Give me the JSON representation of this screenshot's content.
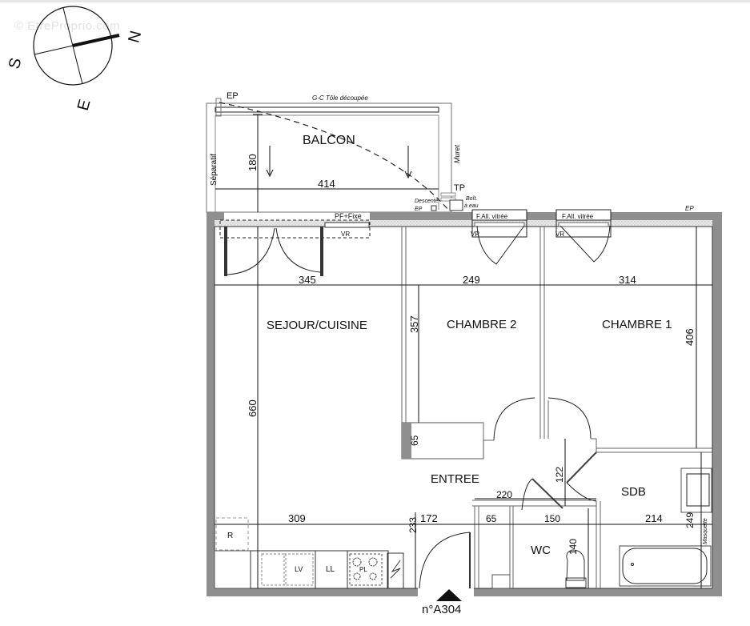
{
  "watermark": "© EtreProprio.com",
  "compass": {
    "north": "N",
    "south": "S",
    "east": "E"
  },
  "apartment": {
    "unit_label": "n°A304"
  },
  "balcony": {
    "label": "BALCON",
    "top_label": "G-C Tôle découpée",
    "left_label": "Séparatif",
    "right_label": "Muret",
    "ep_left": "EP",
    "tp": "TP",
    "descente": "Descente",
    "descente_ep": "EP",
    "boite_line1": "Boît.",
    "boite_line2": "à eau",
    "dim_depth": "180",
    "dim_width": "414"
  },
  "openings": {
    "pf_fixe": "PF+Fixe",
    "vr_living": "VR",
    "fall_ch2": "F.All. vitrée",
    "vr_ch2": "VR",
    "fall_ch1": "F.All. vitrée",
    "vr_ch1": "VR",
    "ep_right": "EP"
  },
  "rooms": {
    "sejour": "SEJOUR/CUISINE",
    "chambre2": "CHAMBRE 2",
    "chambre1": "CHAMBRE 1",
    "entree": "ENTREE",
    "sdb": "SDB",
    "wc": "WC"
  },
  "dimensions": {
    "sejour_width_top": "345",
    "ch2_width": "249",
    "ch1_width": "314",
    "ch2_depth": "357",
    "ch1_depth": "406",
    "sejour_depth": "660",
    "placard_depth": "65",
    "entree_width": "220",
    "sdb_corridor": "122",
    "sejour_width_bottom": "309",
    "entry_233": "233",
    "entry_172": "172",
    "wc_65": "65",
    "wc_150": "150",
    "sdb_width": "214",
    "sdb_depth": "249",
    "wc_depth": "140"
  },
  "fixtures": {
    "fridge": "R",
    "dishwasher": "LV",
    "washer": "LL",
    "hob": "PL",
    "maspuette": "Masquette"
  }
}
